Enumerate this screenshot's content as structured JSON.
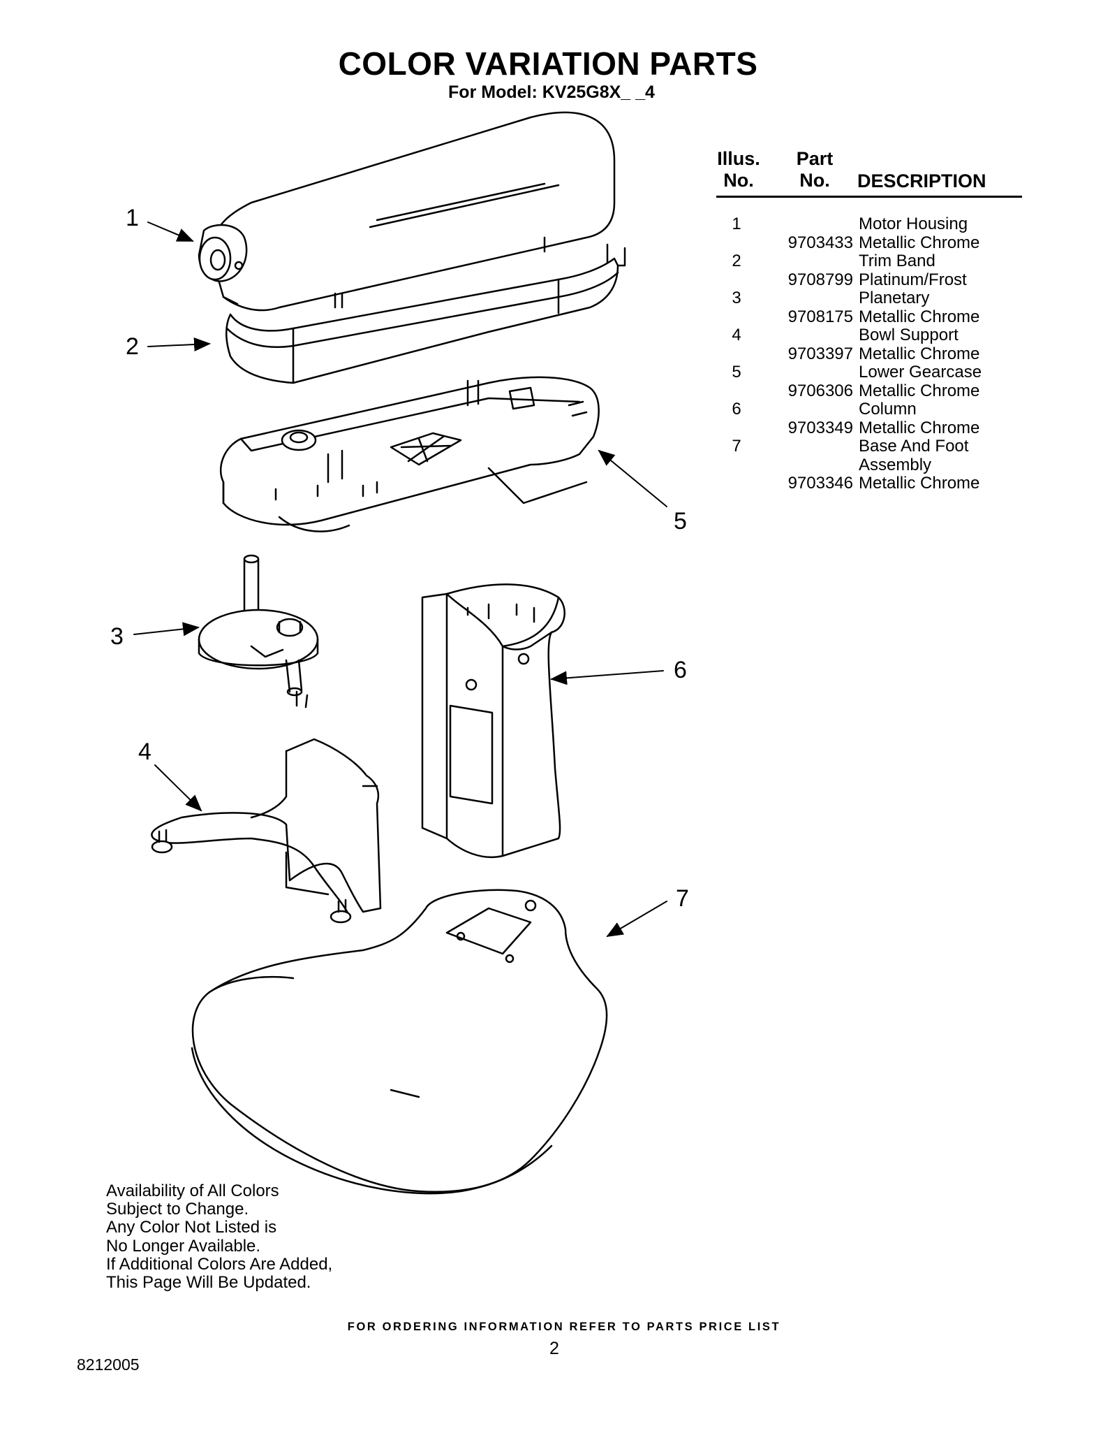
{
  "header": {
    "title": "COLOR VARIATION PARTS",
    "subtitle": "For Model: KV25G8X_ _4"
  },
  "table": {
    "headers": {
      "illus_line1": "Illus.",
      "illus_line2": "No.",
      "part_line1": "Part",
      "part_line2": "No.",
      "description": "DESCRIPTION"
    },
    "rows": [
      {
        "illus": "1",
        "part": "",
        "desc": "Motor Housing"
      },
      {
        "illus": "",
        "part": "9703433",
        "desc": "Metallic Chrome"
      },
      {
        "illus": "2",
        "part": "",
        "desc": "Trim Band"
      },
      {
        "illus": "",
        "part": "9708799",
        "desc": "Platinum/Frost"
      },
      {
        "illus": "3",
        "part": "",
        "desc": "Planetary"
      },
      {
        "illus": "",
        "part": "9708175",
        "desc": "Metallic Chrome"
      },
      {
        "illus": "4",
        "part": "",
        "desc": "Bowl Support"
      },
      {
        "illus": "",
        "part": "9703397",
        "desc": "Metallic Chrome"
      },
      {
        "illus": "5",
        "part": "",
        "desc": "Lower Gearcase"
      },
      {
        "illus": "",
        "part": "9706306",
        "desc": "Metallic Chrome"
      },
      {
        "illus": "6",
        "part": "",
        "desc": "Column"
      },
      {
        "illus": "",
        "part": "9703349",
        "desc": "Metallic Chrome"
      },
      {
        "illus": "7",
        "part": "",
        "desc": "Base And Foot"
      },
      {
        "illus": "",
        "part": "",
        "desc": " Assembly"
      },
      {
        "illus": "",
        "part": "9703346",
        "desc": "Metallic Chrome"
      }
    ]
  },
  "diagram": {
    "callouts": [
      "1",
      "2",
      "3",
      "4",
      "5",
      "6",
      "7"
    ]
  },
  "note": {
    "lines": [
      "Availability of All Colors",
      "Subject to Change.",
      "Any Color Not Listed is",
      "No Longer Available.",
      "If Additional Colors Are Added,",
      "This Page Will Be Updated."
    ]
  },
  "footer": {
    "ordering": "FOR ORDERING INFORMATION REFER TO PARTS PRICE LIST",
    "page_number": "2",
    "doc_number": "8212005"
  }
}
